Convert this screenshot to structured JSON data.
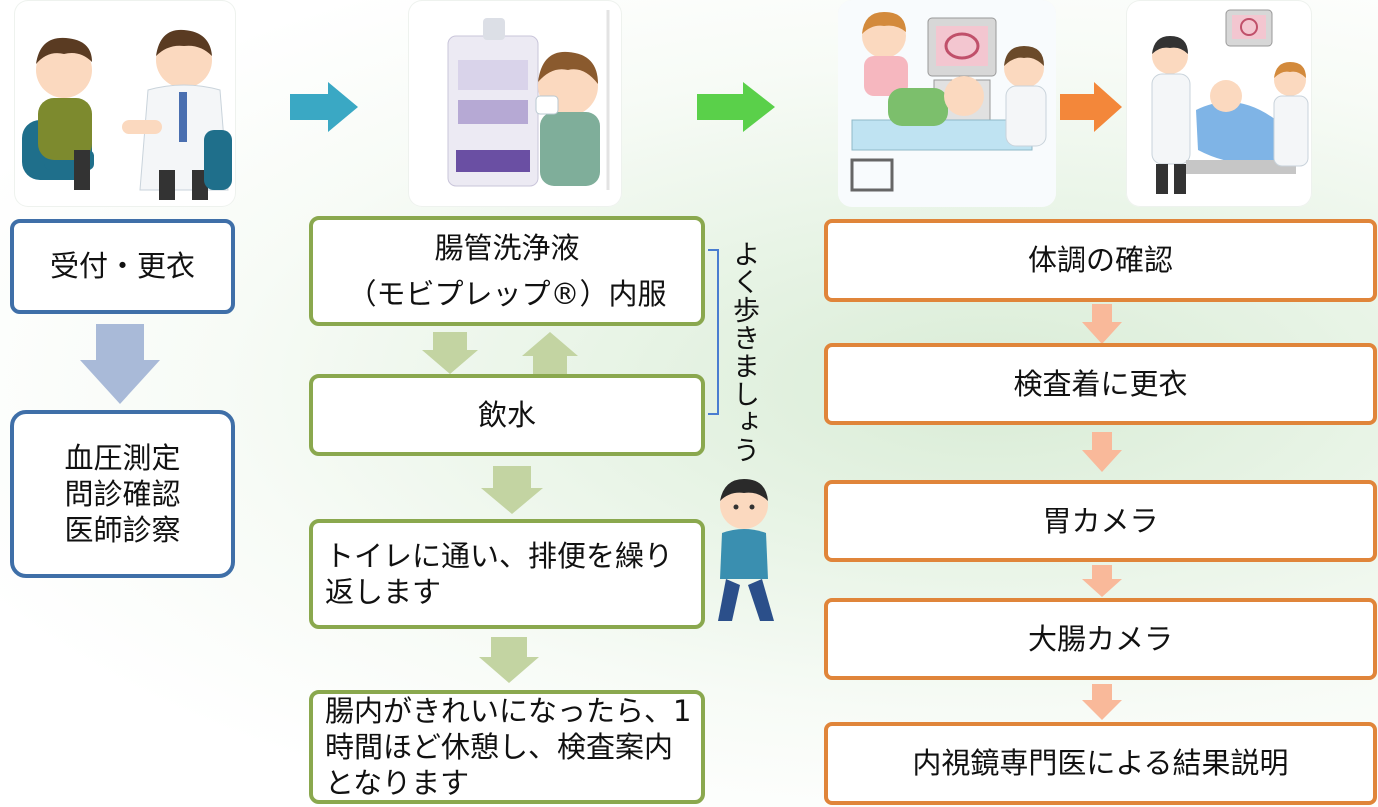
{
  "colors": {
    "blue_border": "#3f6fa8",
    "green_border": "#8aa84e",
    "orange_border": "#e0853a",
    "arrow_teal": "#3aa8c4",
    "arrow_green": "#5ad04a",
    "arrow_orange": "#f3873a",
    "arrow_steel": "#a9bad8",
    "arrow_sage": "#c3d4a2",
    "arrow_peach": "#f9b99a"
  },
  "illustrations": {
    "consultation": "doctor-consultation-illustration",
    "drink_prep": "bowel-prep-drink-illustration",
    "endoscopy_exam": "endoscopy-exam-illustration",
    "colonoscopy_exam": "colonoscopy-exam-illustration",
    "walking_person": "walking-person-illustration"
  },
  "col1": {
    "step1": "受付・更衣",
    "step2_lines": [
      "血圧測定",
      "問診確認",
      "医師診察"
    ]
  },
  "col2": {
    "step1_line1": "腸管洗浄液",
    "step1_line2": "（モビプレップ®）内服",
    "step2": "飲水",
    "side_note": "よく歩きましょう",
    "step3": "トイレに通い、排便を繰り返します",
    "step4": "腸内がきれいになったら、1時間ほど休憩し、検査案内となります"
  },
  "col3": {
    "steps": [
      "体調の確認",
      "検査着に更衣",
      "胃カメラ",
      "大腸カメラ",
      "内視鏡専門医による結果説明"
    ]
  }
}
